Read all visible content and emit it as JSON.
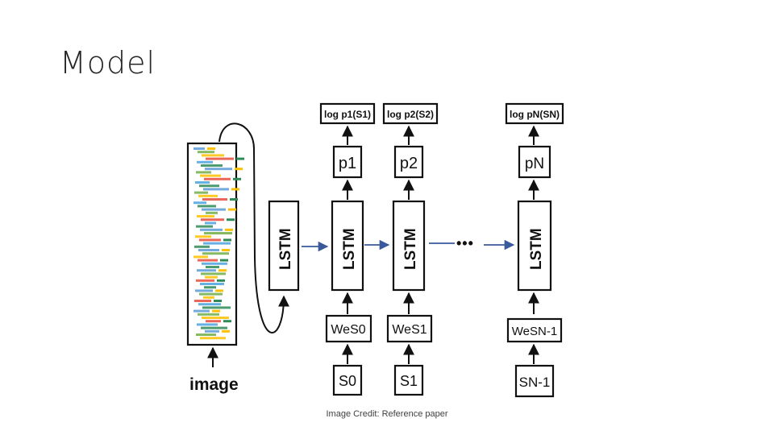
{
  "slide": {
    "title": "Model",
    "caption": "Image Credit: Reference paper"
  },
  "diagram": {
    "image_label": "image",
    "lstm_label": "LSTM",
    "ellipsis": "•••",
    "columns": [
      {
        "log": "log p1(S1)",
        "p": "p1",
        "we": "WeS0",
        "s": "S0"
      },
      {
        "log": "log p2(S2)",
        "p": "p2",
        "we": "WeS1",
        "s": "S1"
      },
      {
        "log": "log pN(SN)",
        "p": "pN",
        "we": "WeSN-1",
        "s": "SN-1"
      }
    ],
    "colors": {
      "arrow_horizontal": "#3a5a9b",
      "stroke": "#111111"
    }
  }
}
